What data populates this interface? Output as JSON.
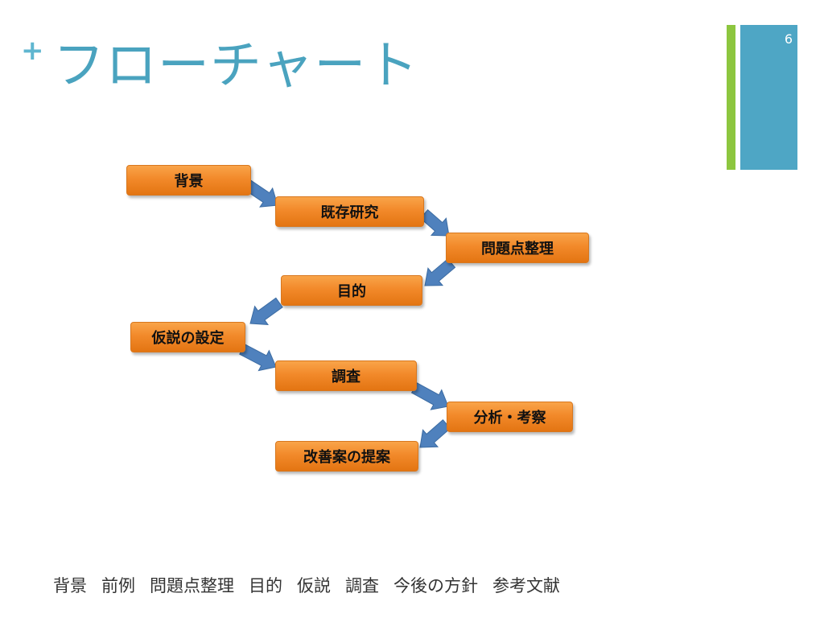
{
  "slide": {
    "title": "フローチャート",
    "page_number": "6",
    "plus_symbol": "+"
  },
  "colors": {
    "title": "#4aa3bf",
    "plus": "#5fb6d0",
    "accent_green": "#8dc63f",
    "accent_blue": "#4ea6c5",
    "box": "#f2892a",
    "arrow": "#4f81bd"
  },
  "diagram": {
    "steps": [
      {
        "label": "背景"
      },
      {
        "label": "既存研究"
      },
      {
        "label": "問題点整理"
      },
      {
        "label": "目的"
      },
      {
        "label": "仮説の設定"
      },
      {
        "label": "調査"
      },
      {
        "label": "分析・考察"
      },
      {
        "label": "改善案の提案"
      }
    ]
  },
  "bottom_nav": {
    "items": [
      "背景",
      "前例",
      "問題点整理",
      "目的",
      "仮説",
      "調査",
      "今後の方針",
      "参考文献"
    ]
  }
}
